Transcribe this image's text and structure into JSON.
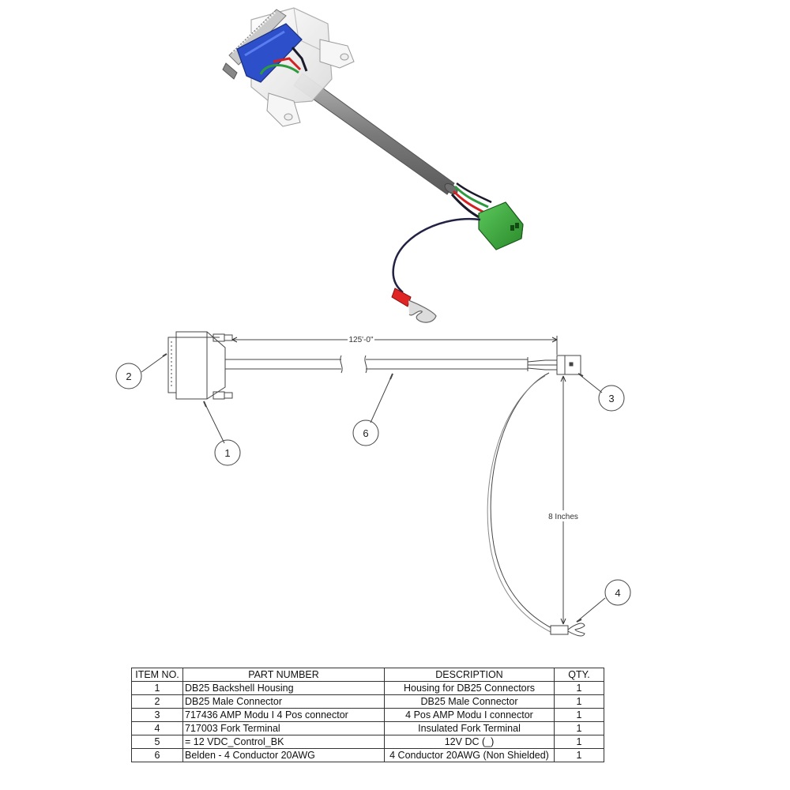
{
  "dimensions": {
    "overall_length": "125'-0\"",
    "fork_lead_length": "8 Inches"
  },
  "balloons": [
    {
      "id": "balloon-1",
      "label": "1"
    },
    {
      "id": "balloon-2",
      "label": "2"
    },
    {
      "id": "balloon-3",
      "label": "3"
    },
    {
      "id": "balloon-4",
      "label": "4"
    },
    {
      "id": "balloon-6",
      "label": "6"
    }
  ],
  "bom": {
    "headers": {
      "item": "ITEM NO.",
      "part": "PART NUMBER",
      "desc": "DESCRIPTION",
      "qty": "QTY."
    },
    "rows": [
      {
        "item": "1",
        "part": "DB25 Backshell Housing",
        "desc": "Housing for DB25 Connectors",
        "qty": "1"
      },
      {
        "item": "2",
        "part": "DB25 Male Connector",
        "desc": "DB25 Male Connector",
        "qty": "1"
      },
      {
        "item": "3",
        "part": "717436 AMP Modu I 4 Pos connector",
        "desc": "4 Pos AMP Modu I connector",
        "qty": "1"
      },
      {
        "item": "4",
        "part": "717003 Fork Terminal",
        "desc": "Insulated Fork Terminal",
        "qty": "1"
      },
      {
        "item": "5",
        "part": "=  12 VDC_Control_BK",
        "desc": "12V DC (_)",
        "qty": "1"
      },
      {
        "item": "6",
        "part": "Belden - 4 Conductor 20AWG",
        "desc": "4 Conductor 20AWG (Non Shielded)",
        "qty": "1"
      }
    ]
  },
  "colors": {
    "connector_blue": "#2d4fc9",
    "connector_green": "#3aa83a",
    "cable_gray": "#8a8a8a",
    "wire_red": "#d42020",
    "wire_green": "#2e9a3e",
    "wire_black": "#1a1a2a",
    "terminal_red": "#e02525",
    "line": "#444444"
  }
}
